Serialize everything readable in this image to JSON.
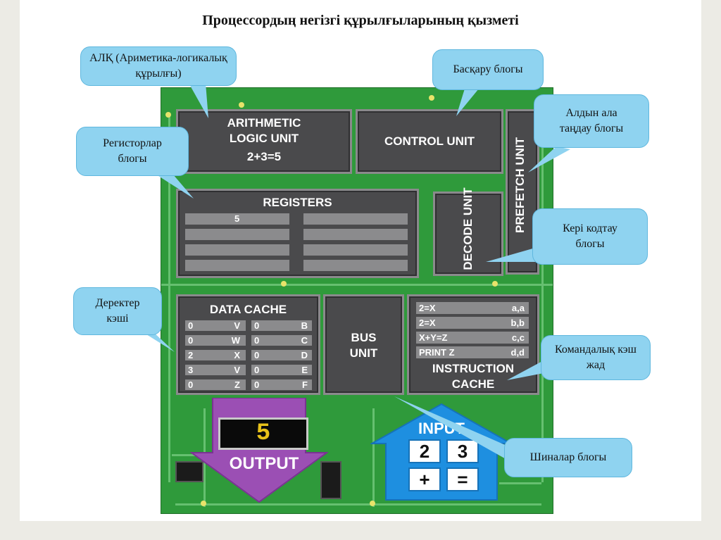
{
  "title": "Процессордың негізгі құрылғыларының қызметі",
  "blocks": {
    "alu": {
      "line1": "ARITHMETIC",
      "line2": "LOGIC UNIT",
      "line3": "2+3=5"
    },
    "control": {
      "label": "CONTROL UNIT"
    },
    "prefetch": {
      "label": "PREFETCH UNIT"
    },
    "registers": {
      "label": "REGISTERS",
      "value": "5"
    },
    "decode": {
      "label": "DECODE UNIT"
    },
    "data_cache": {
      "label": "DATA CACHE",
      "rows": [
        [
          "0",
          "V",
          "0",
          "B"
        ],
        [
          "0",
          "W",
          "0",
          "C"
        ],
        [
          "2",
          "X",
          "0",
          "D"
        ],
        [
          "3",
          "V",
          "0",
          "E"
        ],
        [
          "0",
          "Z",
          "0",
          "F"
        ]
      ]
    },
    "bus": {
      "line1": "BUS",
      "line2": "UNIT"
    },
    "instruction_cache": {
      "rows": [
        [
          "2=X",
          "a,a"
        ],
        [
          "2=X",
          "b,b"
        ],
        [
          "X+Y=Z",
          "c,c"
        ],
        [
          "PRINT Z",
          "d,d"
        ]
      ],
      "line1": "INSTRUCTION",
      "line2": "CACHE"
    },
    "output": {
      "display": "5",
      "label": "OUTPUT"
    },
    "input": {
      "label": "INPUT",
      "keys": [
        "2",
        "3",
        "+",
        "="
      ]
    }
  },
  "callouts": {
    "alu": "АЛҚ (Ариметика-логикалық құрылғы)",
    "control": "Басқару блогы",
    "prefetch": "Алдын ала таңдау блогы",
    "registers": "Регисторлар блогы",
    "decode": "Кері кодтау блогы",
    "data_cache": "Деректер кэші",
    "instruction_cache": "Командалық кэш жад",
    "bus": "Шиналар блогы"
  },
  "colors": {
    "board": "#2f9a3b",
    "block": "#4a4a4c",
    "callout": "#8fd3f0",
    "output_arrow": "#9b4fb4",
    "input_house": "#1e8fe0",
    "display_digit": "#e8c21a"
  }
}
